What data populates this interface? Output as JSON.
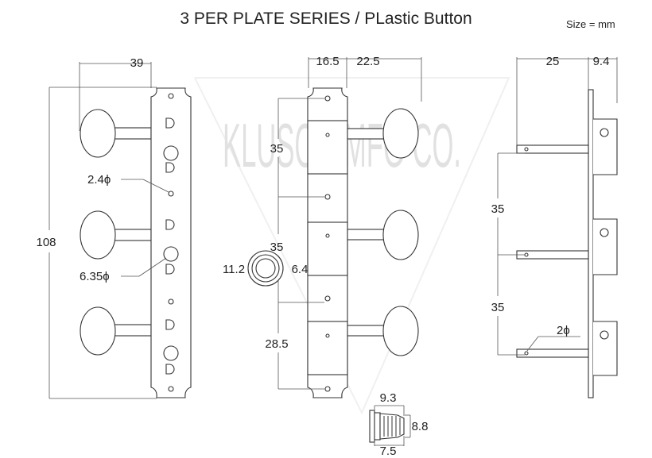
{
  "title": "3 PER PLATE SERIES / PLastic Button",
  "size_note": "Size = mm",
  "watermark": "KLUSON MFG CO.",
  "front_view": {
    "width_label": "39",
    "height_label": "108",
    "small_hole_label": "2.4ϕ",
    "large_hole_label": "6.35ϕ"
  },
  "side_view": {
    "left_width_label": "16.5",
    "right_width_label": "22.5",
    "spacing_1": "35",
    "spacing_2": "35",
    "spacing_3": "28.5"
  },
  "profile_view": {
    "depth_label": "25",
    "plate_label": "9.4",
    "spacing_1": "35",
    "spacing_2": "35",
    "post_hole_label": "2ϕ"
  },
  "bushing": {
    "outer_label": "11.2",
    "inner_label": "6.4"
  },
  "ferrule": {
    "top_label": "9.3",
    "right_label": "8.8",
    "bottom_label": "7.5"
  }
}
